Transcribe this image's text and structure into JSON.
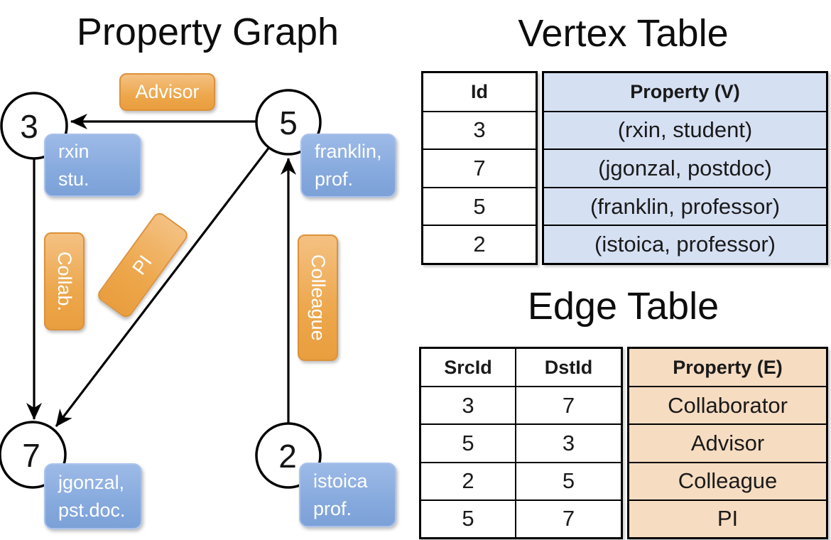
{
  "graph": {
    "title": "Property Graph",
    "nodes": [
      {
        "id": "3",
        "label_lines": [
          "rxin",
          "stu."
        ]
      },
      {
        "id": "5",
        "label_lines": [
          "franklin,",
          "prof."
        ]
      },
      {
        "id": "7",
        "label_lines": [
          "jgonzal,",
          "pst.doc."
        ]
      },
      {
        "id": "2",
        "label_lines": [
          "istoica",
          "prof."
        ]
      }
    ],
    "edge_labels": {
      "advisor": "Advisor",
      "collab": "Collab.",
      "pi": "PI",
      "colleague": "Colleague"
    },
    "edges": [
      {
        "src": "5",
        "dst": "3",
        "label": "Advisor"
      },
      {
        "src": "3",
        "dst": "7",
        "label": "Collab."
      },
      {
        "src": "5",
        "dst": "7",
        "label": "PI"
      },
      {
        "src": "2",
        "dst": "5",
        "label": "Colleague"
      }
    ]
  },
  "vertex_table": {
    "title": "Vertex Table",
    "columns": [
      "Id",
      "Property (V)"
    ],
    "rows": [
      [
        "3",
        "(rxin, student)"
      ],
      [
        "7",
        "(jgonzal, postdoc)"
      ],
      [
        "5",
        "(franklin, professor)"
      ],
      [
        "2",
        "(istoica, professor)"
      ]
    ]
  },
  "edge_table": {
    "title": "Edge Table",
    "columns": [
      "SrcId",
      "DstId",
      "Property (E)"
    ],
    "rows": [
      [
        "3",
        "7",
        "Collaborator"
      ],
      [
        "5",
        "3",
        "Advisor"
      ],
      [
        "2",
        "5",
        "Colleague"
      ],
      [
        "5",
        "7",
        "PI"
      ]
    ]
  },
  "colors": {
    "edge_label_orange": "#eda74c",
    "vertex_label_blue": "#88abde",
    "vertex_property_fill": "#d6e0f3",
    "edge_property_fill": "#f6dcc1",
    "line_black": "#000000",
    "label_text": "#ffffff"
  }
}
